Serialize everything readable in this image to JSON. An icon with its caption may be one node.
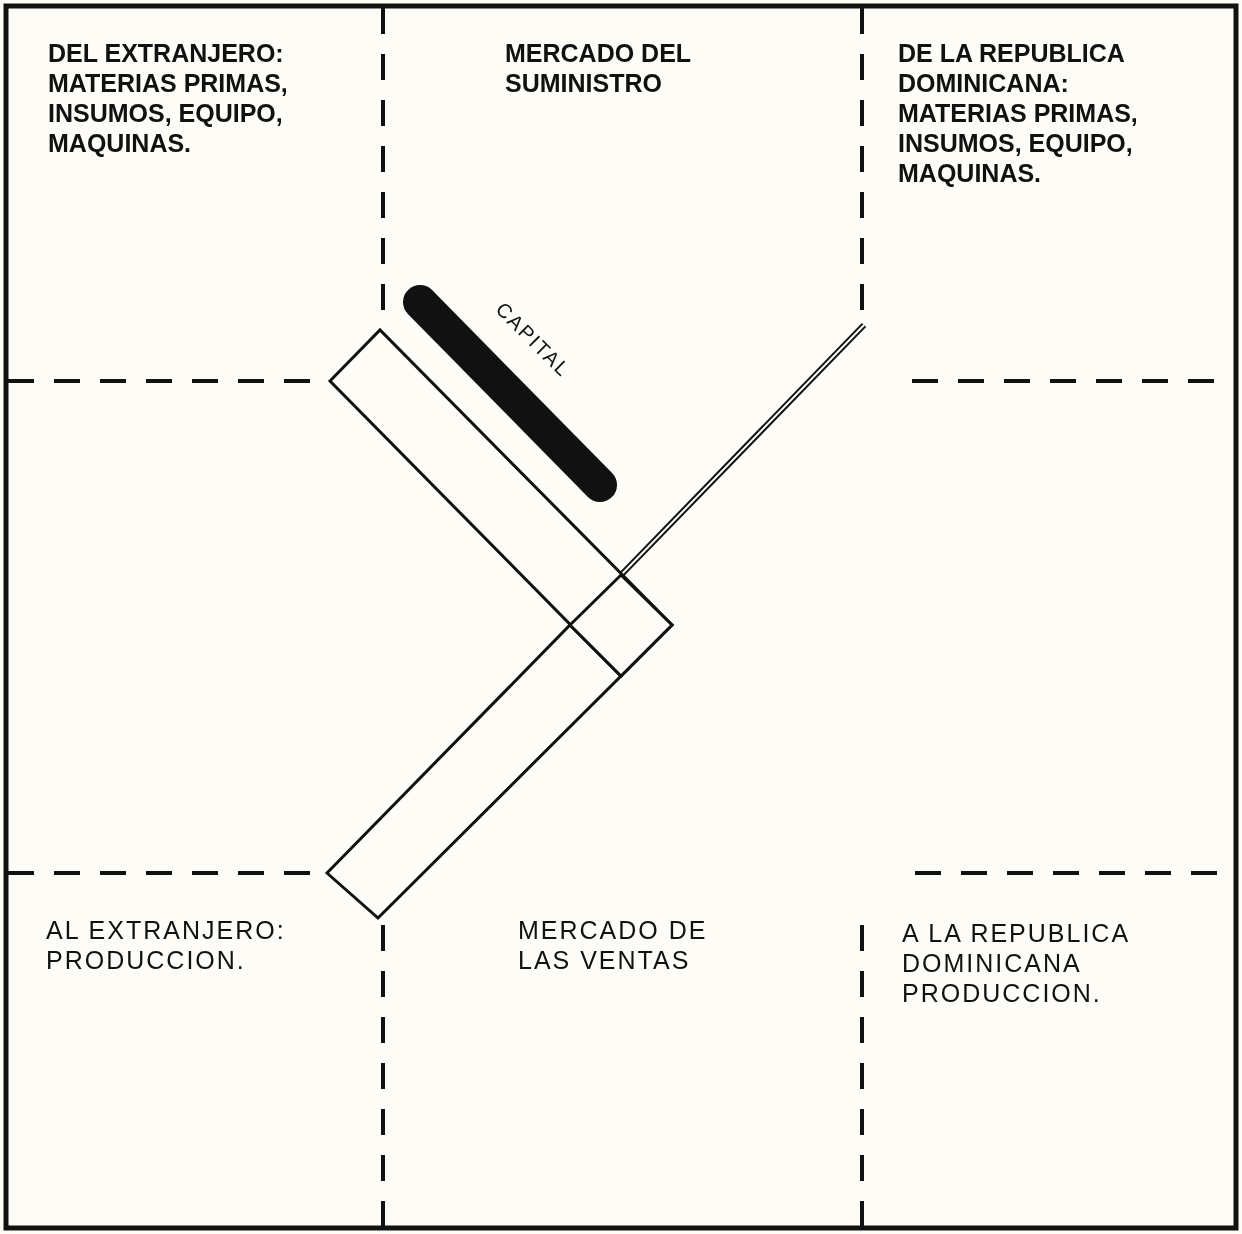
{
  "diagram": {
    "labels": [
      "DEL EXTRANJERO: MATERIAS PRIMAS, INSUMOS, EQUIPO, MAQUINAS.",
      "MERCADO DEL SUMINISTRO",
      "DE LA REPUBLICA DOMINICANA: MATERIAS PRIMAS, INSUMOS, EQUIPO, MAQUINAS.",
      "CAPITAL",
      "AL EXTRANJERO: PRODUCCION.",
      "MERCADO DE LAS VENTAS",
      "A LA REPUBLICA DOMINICANA PRODUCCION."
    ]
  }
}
